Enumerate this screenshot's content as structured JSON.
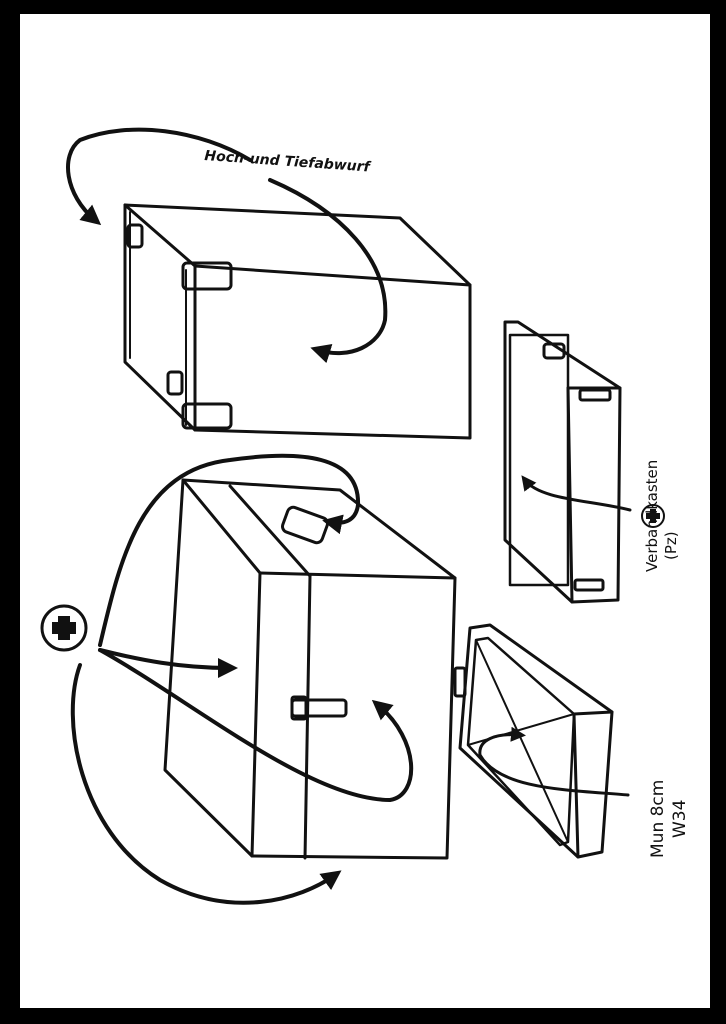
{
  "labels": {
    "top": "Hoch-und Tiefabwurf",
    "verband_line1": "Verbandkasten",
    "verband_line2": "(Pz)",
    "mun_line1": "Mun 8cm",
    "mun_line2": "W34"
  },
  "icons": [
    "red-cross-icon",
    "red-cross-icon-small"
  ],
  "colors": {
    "ink": "#111111",
    "paper": "#ffffff",
    "border": "#000000"
  }
}
